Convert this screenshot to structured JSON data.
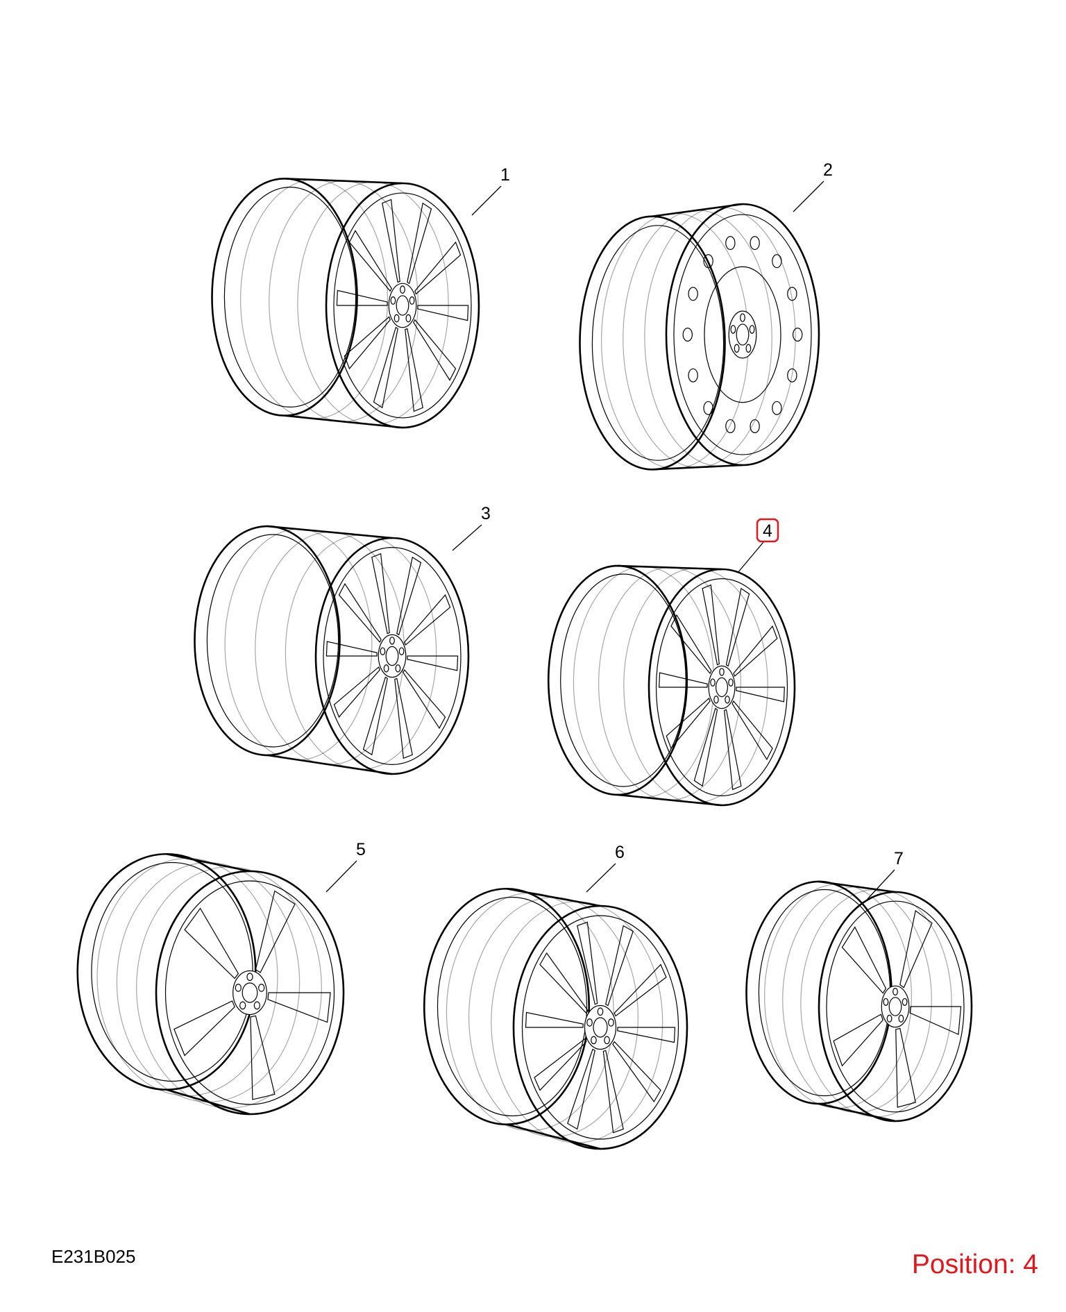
{
  "diagram": {
    "drawing_id": "E231B025",
    "position_label": "Position: 4",
    "highlight_color": "#e8141c",
    "selected_item": "4",
    "items": [
      {
        "label": "1",
        "style": "multi-spoke-alloy"
      },
      {
        "label": "2",
        "style": "steel-wheel"
      },
      {
        "label": "3",
        "style": "split-spoke-alloy"
      },
      {
        "label": "4",
        "style": "ten-spoke-alloy"
      },
      {
        "label": "5",
        "style": "five-double-spoke-alloy"
      },
      {
        "label": "6",
        "style": "twin-spoke-alloy"
      },
      {
        "label": "7",
        "style": "five-split-spoke-alloy"
      }
    ]
  }
}
